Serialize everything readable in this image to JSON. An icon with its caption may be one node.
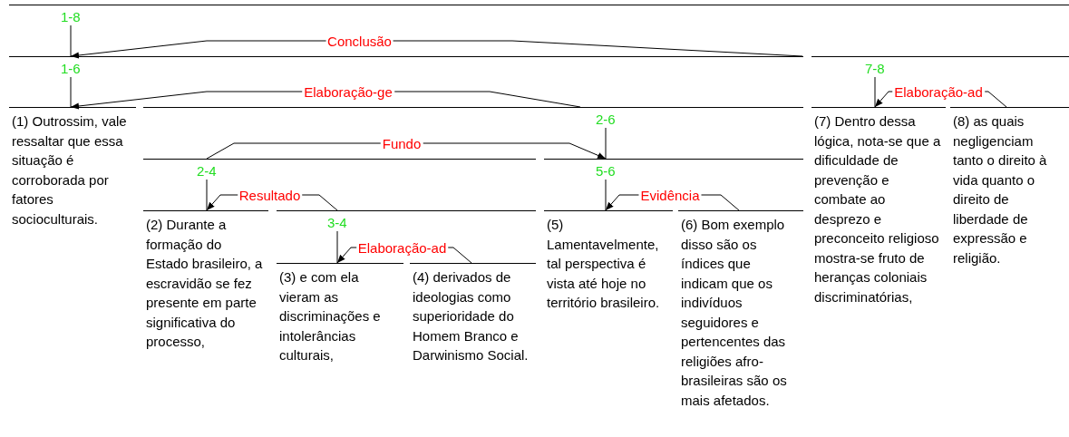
{
  "diagram": {
    "nodes": [
      {
        "text": [
          "1-8"
        ]
      },
      {
        "text": [
          "1-6"
        ]
      },
      {
        "text": [
          "7-8"
        ]
      },
      {
        "text": [
          "(1) Outrossim, vale ressaltar que essa situação é corroborada por fatores socioculturais."
        ]
      },
      {
        "text": [
          "2-6"
        ]
      },
      {
        "text": [
          "(7) Dentro dessa lógica, nota-se que a dificuldade de prevenção e combate ao desprezo e preconceito religioso mostra-se fruto de heranças coloniais discriminatórias,"
        ]
      },
      {
        "text": [
          "(8) as quais negligenciam tanto o direito à vida quanto o direito de liberdade de expressão e religião."
        ]
      },
      {
        "text": [
          "2-4"
        ]
      },
      {
        "text": [
          "5-6"
        ]
      },
      {
        "text": [
          "(2) Durante a formação do Estado brasileiro, a escravidão se fez presente em parte significativa do processo,"
        ]
      },
      {
        "text": [
          "3-4"
        ]
      },
      {
        "text": [
          "(5) Lamentavelmente, tal perspectiva é vista até hoje no território brasileiro."
        ]
      },
      {
        "text": [
          "(6) Bom exemplo disso são os índices que indicam que os indivíduos seguidores e pertencentes das religiões afro-brasileiras são os mais afetados."
        ]
      },
      {
        "text": [
          "(3) e com ela vieram as discriminações e intolerâncias culturais,"
        ]
      },
      {
        "text": [
          "(4) derivados de ideologias como superioridade do Homem Branco e Darwinismo Social."
        ]
      }
    ],
    "edges": [
      {
        "from": 0,
        "to": 1,
        "arrow": "none"
      },
      {
        "from": 2,
        "to": 1,
        "arrow": "to",
        "label": "Conclusão"
      },
      {
        "from": 1,
        "to": 3,
        "arrow": "none"
      },
      {
        "from": 4,
        "to": 3,
        "arrow": "to",
        "label": "Elaboração-ge"
      },
      {
        "from": 2,
        "to": 5,
        "arrow": "none"
      },
      {
        "from": 6,
        "to": 5,
        "arrow": "to",
        "label": "Elaboração-ad"
      },
      {
        "from": 4,
        "to": 8,
        "arrow": "none"
      },
      {
        "from": 7,
        "to": 8,
        "arrow": "to",
        "label": "Fundo"
      },
      {
        "from": 7,
        "to": 9,
        "arrow": "none"
      },
      {
        "from": 10,
        "to": 9,
        "arrow": "to",
        "label": "Resultado"
      },
      {
        "from": 8,
        "to": 11,
        "arrow": "none"
      },
      {
        "from": 12,
        "to": 11,
        "arrow": "to",
        "label": "Evidência"
      },
      {
        "from": 10,
        "to": 13,
        "arrow": "none"
      },
      {
        "from": 14,
        "to": 13,
        "arrow": "to",
        "label": "Elaboração-ad"
      }
    ]
  }
}
